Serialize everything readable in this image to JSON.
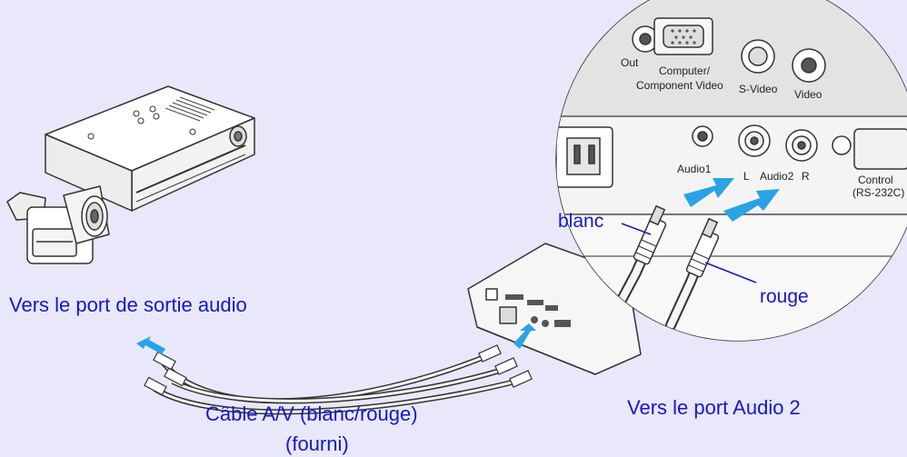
{
  "labels": {
    "audio_out": "Vers le port de sortie audio",
    "cable_line1": "Câble A/V (blanc/rouge)",
    "cable_line2": "(fourni)",
    "audio2_in": "Vers le port Audio 2",
    "white": "blanc",
    "red": "rouge"
  },
  "ports": {
    "out": "Out",
    "computer": "Computer/",
    "component": "Component Video",
    "svideo": "S-Video",
    "video": "Video",
    "audio1": "Audio1",
    "audio2_l": "L",
    "audio2": "Audio2",
    "audio2_r": "R",
    "control": "Control",
    "rs232": "(RS-232C)"
  },
  "colors": {
    "background": "#e8e8fa",
    "label_text": "#1616cc",
    "arrow": "#29a3e6"
  },
  "icons": [
    "vcr-icon",
    "camcorder-icon",
    "projector-icon",
    "rca-cable-icon"
  ]
}
